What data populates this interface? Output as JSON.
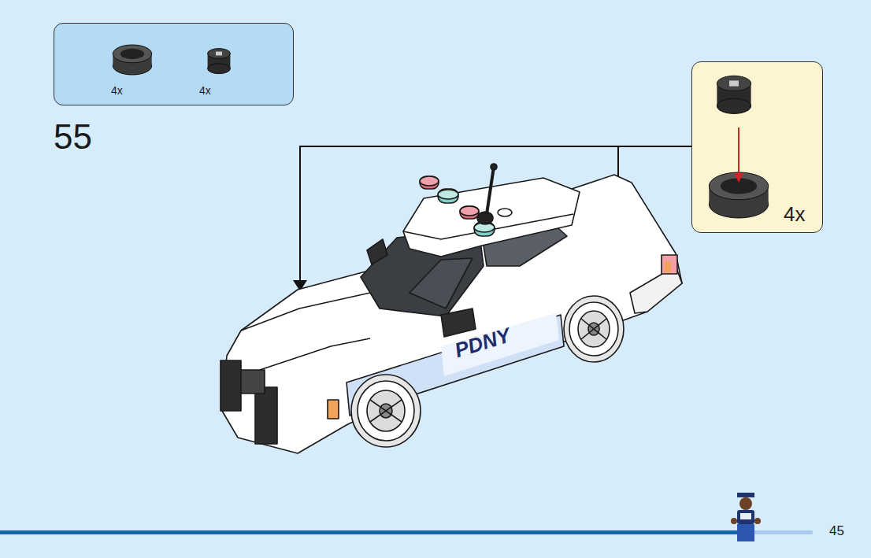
{
  "diagram": {
    "nodes": [
      {
        "text": [
          "4x",
          "4x"
        ]
      },
      {
        "text": [
          "4x"
        ]
      }
    ],
    "labels": [
      "55",
      "PDNY",
      "45"
    ]
  }
}
